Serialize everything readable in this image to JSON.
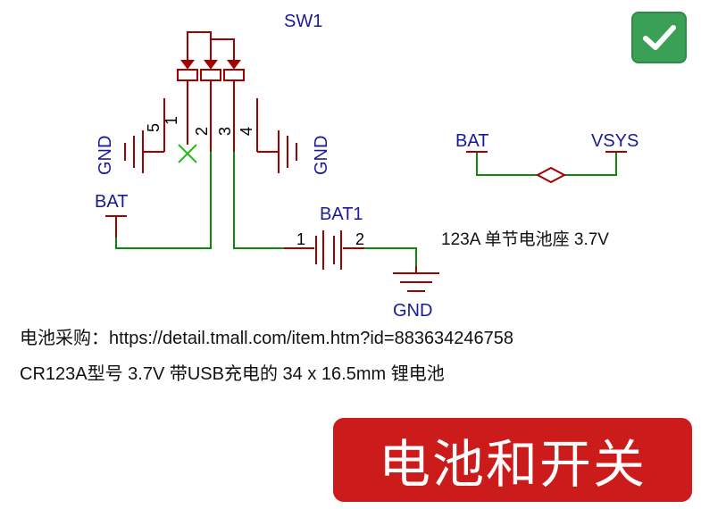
{
  "switch": {
    "ref": "SW1",
    "pins": [
      "1",
      "2",
      "3",
      "4",
      "5"
    ]
  },
  "nets": {
    "gnd_left": "GND",
    "gnd_right": "GND",
    "bat_left": "BAT",
    "gnd_bottom": "GND"
  },
  "battery": {
    "ref": "BAT1",
    "pin1": "1",
    "pin2": "2",
    "description": "123A 单节电池座 3.7V"
  },
  "bridge": {
    "from": "BAT",
    "to": "VSYS"
  },
  "notes": {
    "line1": "电池采购：https://detail.tmall.com/item.htm?id=883634246758",
    "line2": "CR123A型号 3.7V 带USB充电的 34 x 16.5mm 锂电池"
  },
  "badge_text": "电池和开关",
  "status_icon": "checkmark-icon",
  "colors": {
    "symbol": "#a30000",
    "wire": "#0b8a0b",
    "label": "#1a1a99",
    "no_connect": "#22bb22",
    "badge": "#cc1b1b",
    "check": "#3aa055"
  }
}
